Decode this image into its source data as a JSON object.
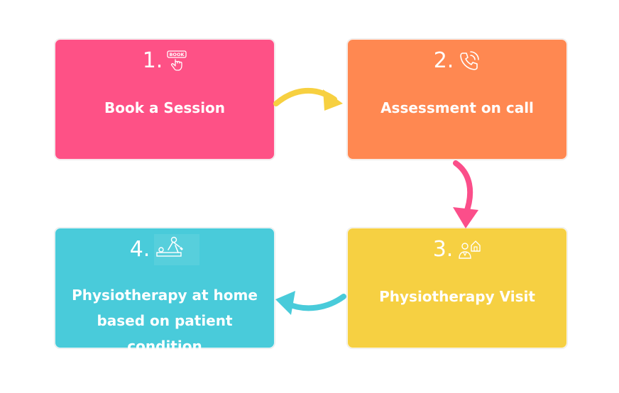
{
  "colors": {
    "step1": "#fe5186",
    "step2": "#ff8851",
    "step3": "#f6d042",
    "step4": "#49cbda",
    "arrow1": "#f7d040",
    "arrow2": "#fb4e8a",
    "arrow3": "#49cbda"
  },
  "steps": [
    {
      "number": "1.",
      "label": "Book a Session",
      "icon": "book-button-pointer-icon"
    },
    {
      "number": "2.",
      "label": "Assessment on call",
      "icon": "phone-call-icon"
    },
    {
      "number": "3.",
      "label": "Physiotherapy Visit",
      "icon": "therapist-house-icon"
    },
    {
      "number": "4.",
      "label": "Physiotherapy at home based on patient condition",
      "icon": "physio-treatment-icon"
    }
  ],
  "icon_text": {
    "book": "BOOK"
  }
}
